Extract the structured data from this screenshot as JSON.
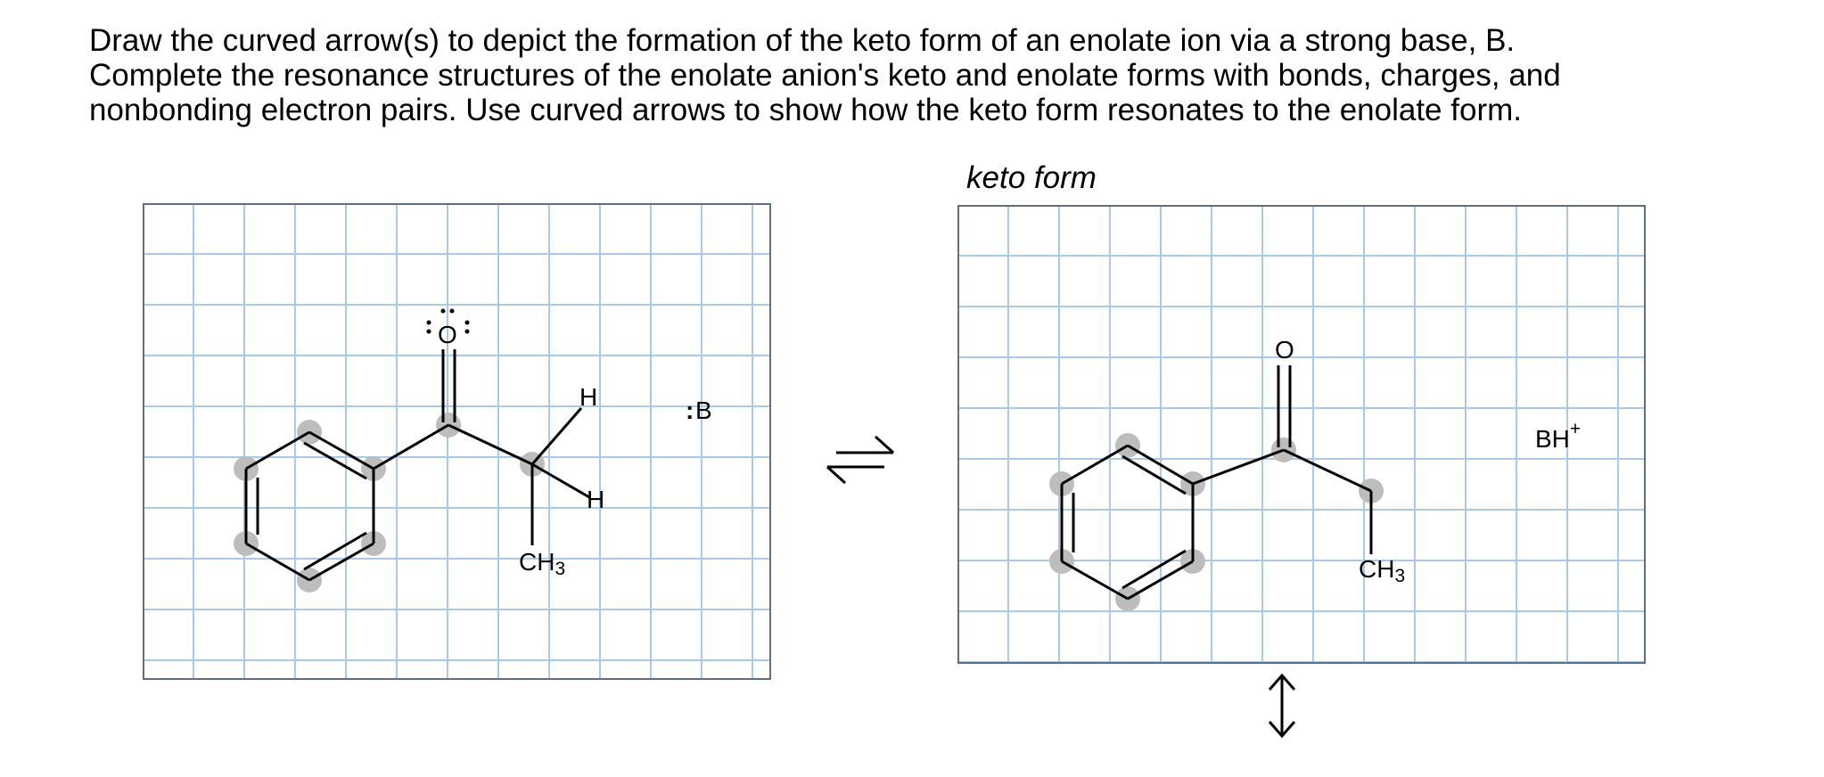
{
  "instructions": {
    "line1": "Draw the curved arrow(s) to depict the formation of the keto form of an enolate ion via a strong base, B.",
    "line2": "Complete the resonance structures of the enolate anion's keto and enolate forms with bonds, charges, and",
    "line3": "nonbonding electron pairs. Use curved arrows to show how the keto form resonates to the enolate form."
  },
  "left_canvas": {
    "atoms": {
      "oxygen": "O",
      "h_upper": "H",
      "h_lower": "H",
      "ch3": "CH",
      "ch3_sub": "3",
      "base": "B",
      "base_lone_pair": ":"
    }
  },
  "right_canvas": {
    "title": "keto form",
    "atoms": {
      "oxygen": "O",
      "ch3": "CH",
      "ch3_sub": "3",
      "bh": "BH",
      "bh_charge": "+"
    }
  },
  "arrows": {
    "equilibrium": "equilibrium-arrows-icon",
    "resonance": "resonance-double-arrow-icon"
  },
  "colors": {
    "grid_line": "#a9c9e8",
    "grid_border": "#5f6f80",
    "atom_highlight": "#bdbdbd"
  }
}
